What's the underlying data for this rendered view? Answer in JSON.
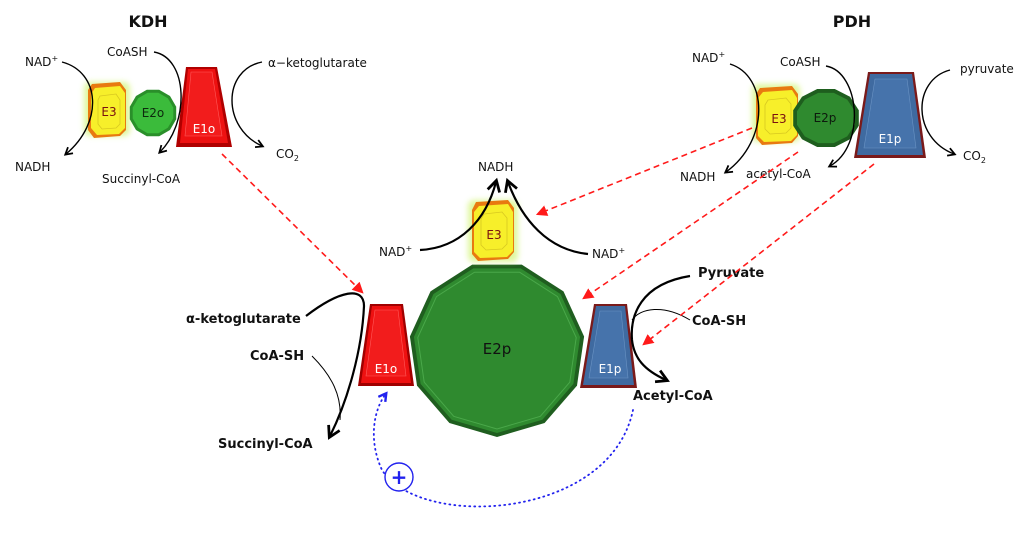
{
  "colors": {
    "e1o": "#ee1111",
    "e1o_dark": "#a00000",
    "e1p": "#3f6aa0",
    "e1p_edge": "#7a1a1a",
    "e2o": "#3bbb3b",
    "e2p": "#2f8a2f",
    "e2p_dark": "#1f5e1f",
    "e3": "#f5ef2a",
    "e3_edge": "#e07a10",
    "e3_text": "#7a1010",
    "dash_arrow": "#ff1a1a",
    "activation": "#2222ee"
  },
  "kdh": {
    "title": "KDH",
    "nad_plus": "NAD",
    "nad_sup": "+",
    "nadh": "NADH",
    "coash": "CoASH",
    "succinyl_coa": "Succinyl-CoA",
    "alpha_kg": "α−ketoglutarate",
    "co2": "CO",
    "co2_sub": "2",
    "enzymes": {
      "e3": "E3",
      "e2": "E2o",
      "e1": "E1o"
    }
  },
  "pdh": {
    "title": "PDH",
    "nad_plus": "NAD",
    "nad_sup": "+",
    "nadh": "NADH",
    "coash": "CoASH",
    "acetyl_coa": "acetyl-CoA",
    "pyruvate": "pyruvate",
    "co2": "CO",
    "co2_sub": "2",
    "enzymes": {
      "e3": "E3",
      "e2": "E2p",
      "e1": "E1p"
    }
  },
  "hybrid": {
    "nadh": "NADH",
    "nad_left": "NAD",
    "nad_right": "NAD",
    "nad_sup": "+",
    "alpha_kg": "α-ketoglutarate",
    "coa_sh_left": "CoA-SH",
    "succinyl_coa": "Succinyl-CoA",
    "pyruvate": "Pyruvate",
    "coa_sh_right": "CoA-SH",
    "acetyl_coa": "Acetyl-CoA",
    "activation_symbol": "+",
    "enzymes": {
      "e3": "E3",
      "e2": "E2p",
      "e1o": "E1o",
      "e1p": "E1p"
    }
  }
}
